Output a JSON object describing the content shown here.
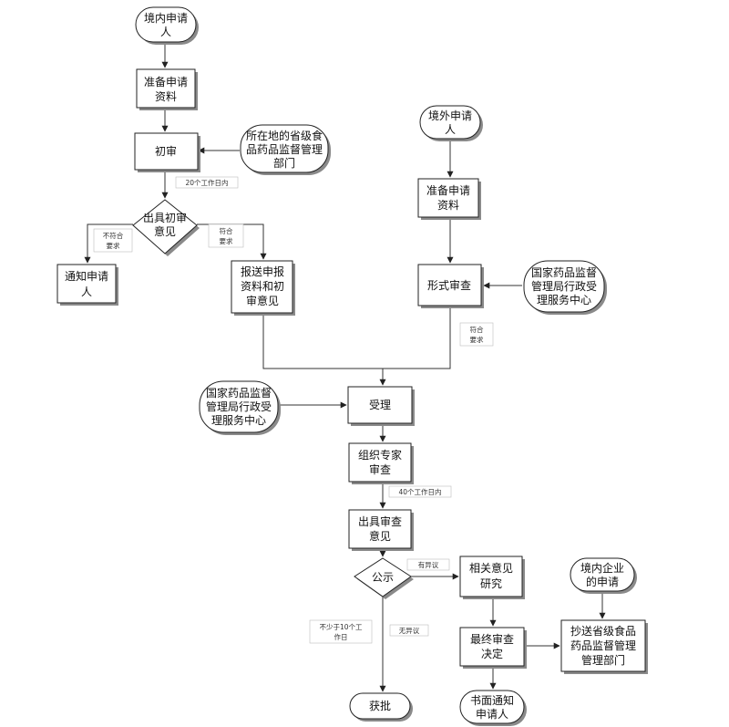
{
  "colors": {
    "line": "#333333",
    "shadow": "#8a8a8a",
    "background": "#ffffff"
  },
  "nodes": {
    "domestic_applicant": [
      "境内申请",
      "人"
    ],
    "prepare_docs_domestic": [
      "准备申请",
      "资料"
    ],
    "initial_review": [
      "初审"
    ],
    "provincial_dept": [
      "所在地的省级食",
      "品药品监督管理",
      "部门"
    ],
    "initial_opinion": [
      "出具初审",
      "意见"
    ],
    "notify_applicant": [
      "通知申请",
      "人"
    ],
    "submit_materials": [
      "报送申报",
      "资料和初",
      "审意见"
    ],
    "foreign_applicant": [
      "境外申请",
      "人"
    ],
    "prepare_docs_foreign": [
      "准备申请",
      "资料"
    ],
    "formal_review": [
      "形式审查"
    ],
    "national_center_1": [
      "国家药品监督",
      "管理局行政受",
      "理服务中心"
    ],
    "national_center_2": [
      "国家药品监督",
      "管理局行政受",
      "理服务中心"
    ],
    "accept": [
      "受理"
    ],
    "expert_review": [
      "组织专家",
      "审查"
    ],
    "review_opinion": [
      "出具审查",
      "意见"
    ],
    "publicity": [
      "公示"
    ],
    "opinion_study": [
      "相关意见",
      "研究"
    ],
    "final_decision": [
      "最终审查",
      "决定"
    ],
    "approve": [
      "获批"
    ],
    "written_notice": [
      "书面通知",
      "申请人"
    ],
    "domestic_enterprise": [
      "境内企业",
      "的申请"
    ],
    "copy_provincial": [
      "抄送省级食品",
      "药品监督管理",
      "管理部门"
    ]
  },
  "edge_labels": {
    "twenty_days": "20个工作日内",
    "not_compliant": [
      "不符合",
      "要求"
    ],
    "compliant_1": [
      "符合",
      "要求"
    ],
    "compliant_2": [
      "符合",
      "要求"
    ],
    "forty_days": "40个工作日内",
    "has_objection": "有异议",
    "no_less_10_days": [
      "不少于10个工",
      "作日"
    ],
    "no_objection": "无异议"
  }
}
